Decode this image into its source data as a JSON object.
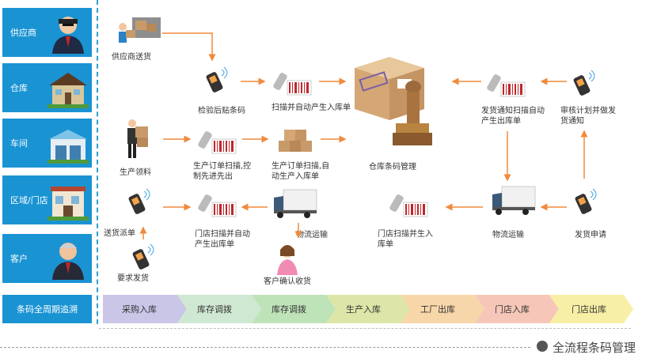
{
  "roles": [
    "供应商",
    "仓库",
    "车间",
    "区域/门店",
    "客户",
    "条码全周期追溯"
  ],
  "nodes": {
    "supplier_delivery": "供应商送货",
    "inspect_label": "检验后贴条码",
    "scan_auto_in": "扫描并自动产生入库单",
    "warehouse_mgmt": "仓库条码管理",
    "ship_notice_scan": "发货通知扫描自动产生出库单",
    "review_plan": "审核计划并做发货通知",
    "production_pick": "生产领料",
    "order_scan_fifo": "生产订单扫描,控制先进先出",
    "order_scan_auto_in": "生产订单扫描,自动生产入库单",
    "delivery_dispatch": "送货派单",
    "store_scan_out": "门店扫描并自动产生出库单",
    "logistics_1": "物流运输",
    "store_scan_in": "门店扫描并生入库单",
    "logistics_2": "物流运输",
    "ship_request": "发货申请",
    "customer_confirm": "客户确认收货",
    "request_ship": "要求发货"
  },
  "stages": [
    "采购入库",
    "库存调拨",
    "库存调拨",
    "生产入库",
    "工厂出库",
    "门店入库",
    "门店出库"
  ],
  "stage_colors": [
    "#c9c6e8",
    "#cfe8d2",
    "#bfe3b8",
    "#dde6a8",
    "#f7d6a9",
    "#f6c7b8",
    "#f8efa6"
  ],
  "footer": "全流程条码管理",
  "accent": "#1a93d3",
  "arrow_color": "#f08a3c"
}
